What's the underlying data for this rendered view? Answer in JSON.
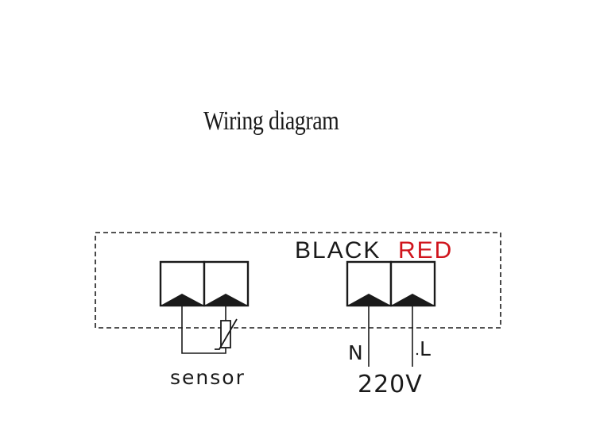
{
  "title": "Wiring diagram",
  "labels": {
    "black": "BLACK",
    "red": "RED",
    "sensor": "sensor",
    "neutral": "N",
    "line": "L",
    "voltage": "220V"
  },
  "colors": {
    "stroke": "#1a1a1a",
    "red_label": "#d0141c",
    "background": "#ffffff"
  }
}
